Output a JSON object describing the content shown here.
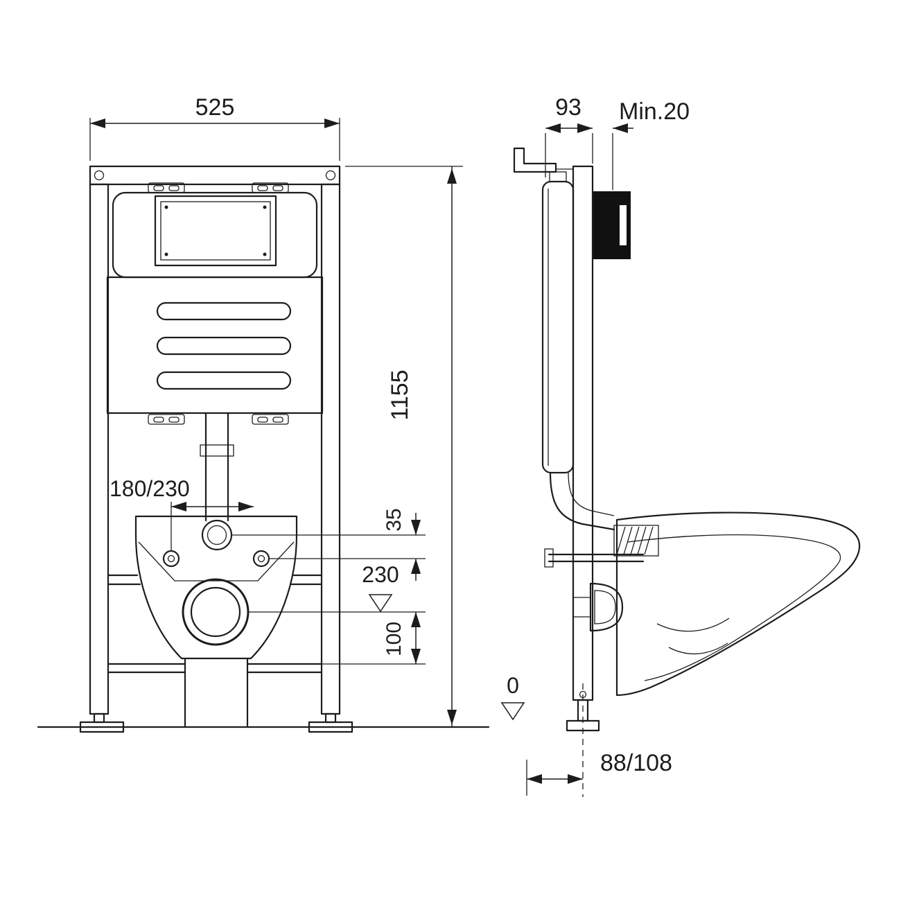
{
  "labels": {
    "front_view": {
      "overall_width": "525",
      "overall_height": "1155",
      "bolt_spacing": "180/230",
      "supply_offset": "35",
      "outlet_height": "230",
      "outlet_drop": "100"
    },
    "side_view": {
      "frame_depth": "93",
      "min_wall_clearance": "Min.20",
      "floor_level": "0",
      "outlet_distance": "88/108"
    }
  },
  "colors": {
    "line": "#1c1c1c",
    "background": "#ffffff"
  }
}
